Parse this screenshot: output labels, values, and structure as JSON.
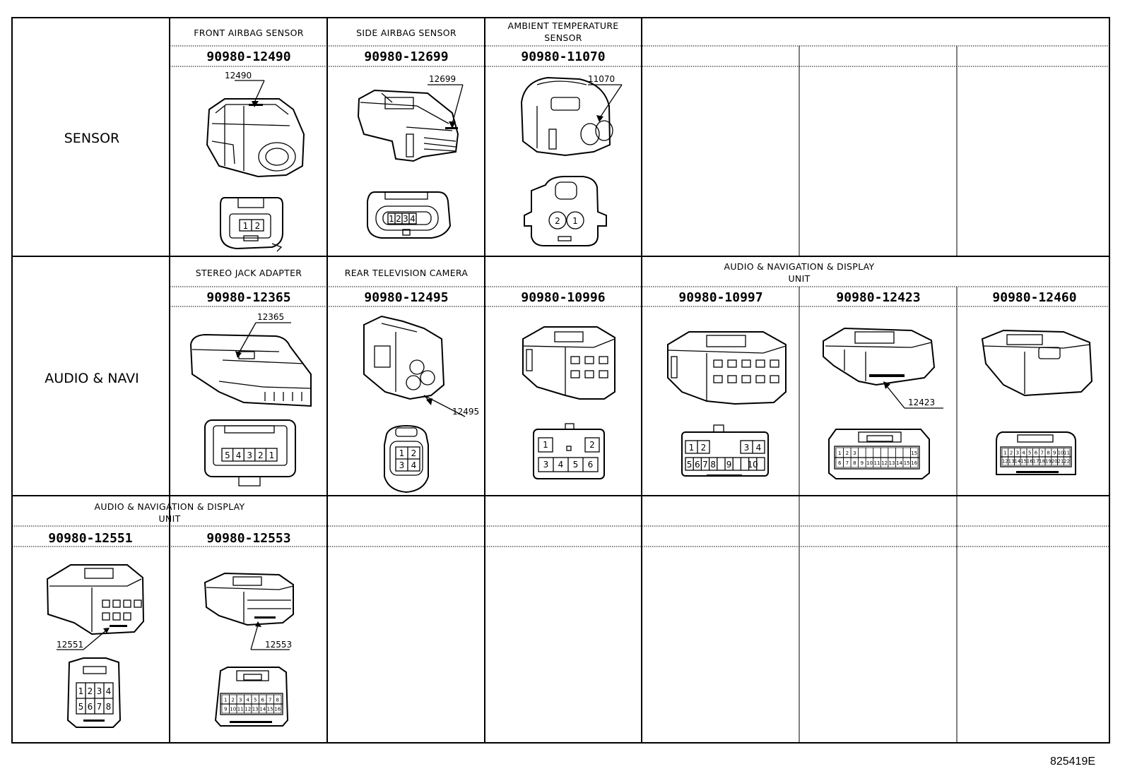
{
  "sections": {
    "sensor": "SENSOR",
    "audio_navi": "AUDIO & NAVI"
  },
  "row1": {
    "headers": [
      "FRONT AIRBAG SENSOR",
      "SIDE AIRBAG SENSOR",
      "AMBIENT TEMPERATURE",
      "SENSOR"
    ],
    "part_numbers": [
      "90980-12490",
      "90980-12699",
      "90980-11070"
    ],
    "refs": [
      "12490",
      "12699",
      "11070"
    ],
    "pins": [
      [
        "1",
        "2"
      ],
      [
        "1",
        "2",
        "3",
        "4"
      ],
      [
        "2",
        "1"
      ]
    ]
  },
  "row2": {
    "headers": [
      "STEREO JACK ADAPTER",
      "REAR TELEVISION CAMERA",
      "AUDIO & NAVIGATION & DISPLAY",
      "UNIT"
    ],
    "part_numbers": [
      "90980-12365",
      "90980-12495",
      "90980-10996",
      "90980-10997",
      "90980-12423",
      "90980-12460"
    ],
    "refs": [
      "12365",
      "12495",
      "12423"
    ],
    "pins_12365": [
      "5",
      "4",
      "3",
      "2",
      "1"
    ],
    "pins_12495": [
      "1",
      "2",
      "3",
      "4"
    ],
    "pins_10996": [
      "1",
      "2",
      "3",
      "4",
      "5",
      "6"
    ],
    "pins_10997": [
      "1",
      "2",
      "3",
      "4",
      "5",
      "6",
      "7",
      "8",
      "9",
      "10"
    ],
    "pins_12423": [
      "1",
      "2",
      "3",
      "15",
      "6",
      "7",
      "8",
      "9",
      "10",
      "11",
      "12",
      "13",
      "14",
      "15",
      "16"
    ],
    "pins_12460": [
      "1",
      "2",
      "3",
      "4",
      "5",
      "6",
      "7",
      "8",
      "9",
      "10",
      "11",
      "12",
      "13",
      "14",
      "15",
      "16",
      "17",
      "18",
      "19",
      "20",
      "21",
      "22"
    ]
  },
  "row3": {
    "headers": [
      "AUDIO & NAVIGATION & DISPLAY",
      "UNIT"
    ],
    "part_numbers": [
      "90980-12551",
      "90980-12553"
    ],
    "refs": [
      "12551",
      "12553"
    ],
    "pins_12551": [
      "1",
      "2",
      "3",
      "4",
      "5",
      "6",
      "7",
      "8"
    ],
    "pins_12553": [
      "1",
      "2",
      "3",
      "4",
      "5",
      "6",
      "7",
      "8",
      "9",
      "10",
      "11",
      "12",
      "13",
      "14",
      "15",
      "16"
    ]
  },
  "figure_id": "825419E"
}
